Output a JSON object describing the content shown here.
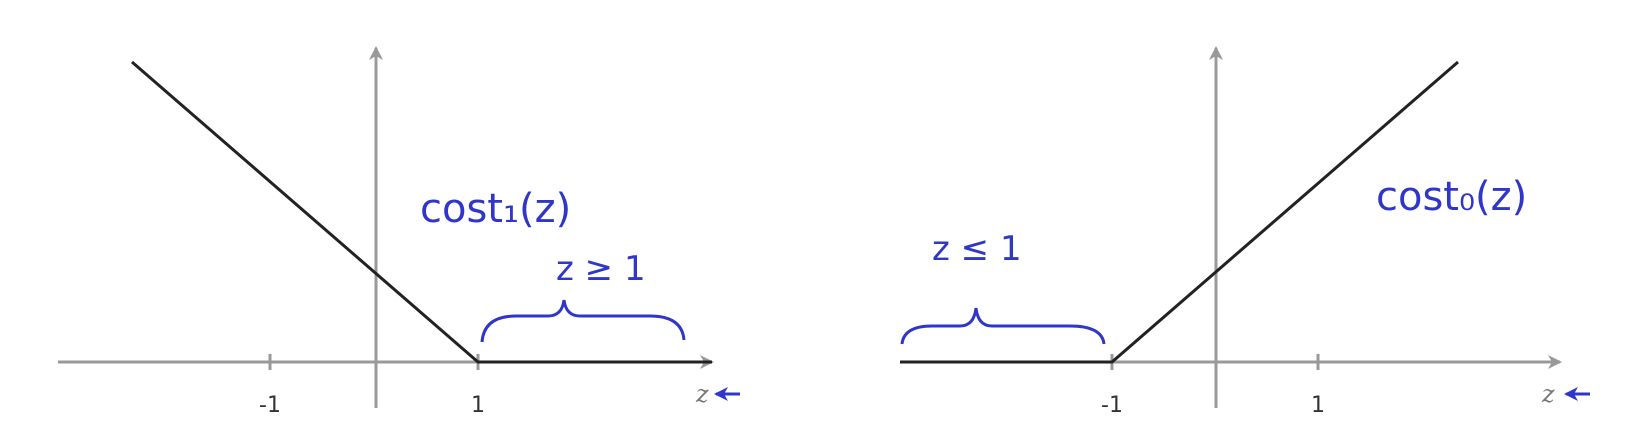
{
  "left_panel": {
    "tick_labels": [
      "-1",
      "1"
    ],
    "axis_var": "z",
    "annotation_title": "cost₁(z)",
    "annotation_range": "z ≥ 1"
  },
  "right_panel": {
    "tick_labels": [
      "-1",
      "1"
    ],
    "axis_var": "z",
    "annotation_title": "cost₀(z)",
    "annotation_range": "z ≤ 1"
  },
  "colors": {
    "axis": "#999999",
    "curve": "#222222",
    "annotation": "#2f36c8"
  }
}
